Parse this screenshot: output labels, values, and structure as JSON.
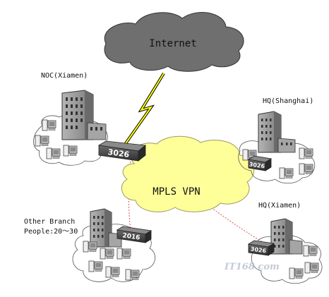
{
  "diagram": {
    "internet_label": "Internet",
    "mpls_label": "MPLS VPN",
    "nodes": {
      "noc_xiamen": {
        "label": "NOC(Xiamen)",
        "router_model": "3026"
      },
      "hq_shanghai": {
        "label": "HQ(Shanghai)",
        "router_model": "3026"
      },
      "hq_xiamen": {
        "label": "HQ(Xiamen)",
        "router_model": "3026"
      },
      "other_branch": {
        "label_line1": "Other Branch",
        "label_line2": "People:20～30",
        "router_model": "2016"
      }
    },
    "watermark": "IT168.com"
  },
  "colors": {
    "internet_cloud": "#6f6f6f",
    "mpls_cloud": "#ffff99",
    "vpn_link": "#d9534f",
    "lightning": "#ffff00",
    "building": "#9a9a9a",
    "router": "#4d4d4d"
  },
  "icons": [
    "internet-cloud",
    "mpls-cloud",
    "office-building-icon",
    "router-icon",
    "desktop-computer-icon",
    "lightning-bolt-icon"
  ]
}
